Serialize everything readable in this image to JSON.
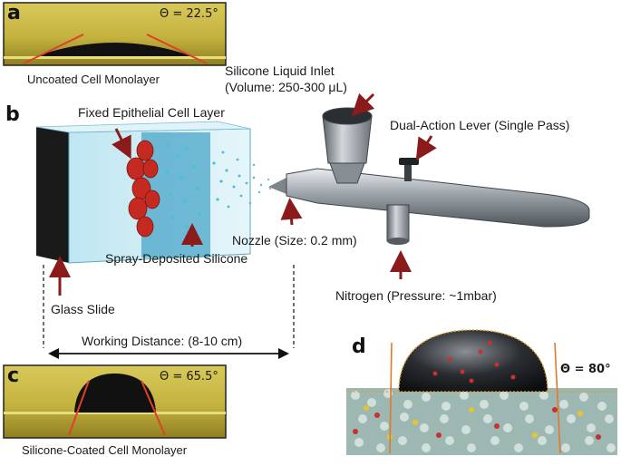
{
  "panels": {
    "a": {
      "letter": "a",
      "angle_label": "Θ = 22.5°",
      "caption": "Uncoated Cell Monolayer"
    },
    "b": {
      "letter": "b",
      "labels": {
        "fixed_cell_layer": "Fixed Epithelial Cell Layer",
        "silicone_inlet_line1": "Silicone Liquid Inlet",
        "silicone_inlet_line2": "(Volume: 250-300 μL)",
        "dual_action_lever": "Dual-Action Lever (Single Pass)",
        "nozzle": "Nozzle (Size: 0.2 mm)",
        "spray_deposited": "Spray-Deposited Silicone",
        "glass_slide": "Glass Slide",
        "nitrogen": "Nitrogen (Pressure: ~1mbar)",
        "working_distance": "Working Distance: (8-10 cm)"
      }
    },
    "c": {
      "letter": "c",
      "angle_label": "Θ = 65.5°",
      "caption": "Silicone-Coated Cell Monolayer"
    },
    "d": {
      "letter": "d",
      "angle_label": "Θ = 80°"
    }
  },
  "colors": {
    "arrow": "#8b1a1a",
    "contact_line": "#e0402a",
    "panel_background": "#c9b84a",
    "droplet": "#111111",
    "glass": "#9fd7e8",
    "cells": "#c42a20"
  }
}
